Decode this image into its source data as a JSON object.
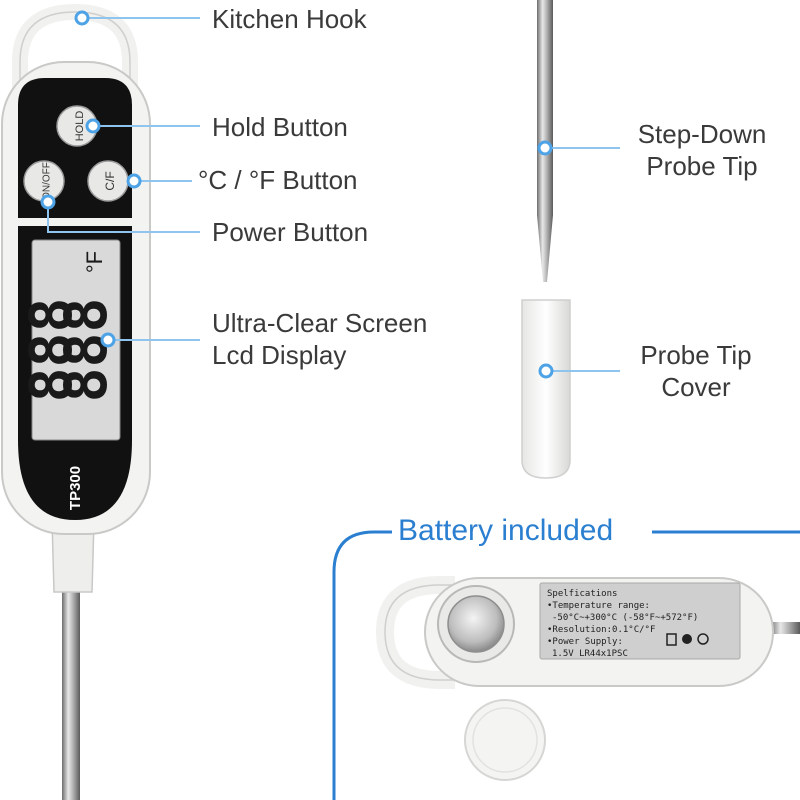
{
  "device": {
    "model": "TP300",
    "buttons": {
      "hold": "HOLD",
      "power": "ON/OFF",
      "unit": "C/F"
    },
    "lcd": {
      "top_digits": "888",
      "bottom_digits": "888",
      "unit": "°F"
    }
  },
  "callouts": {
    "kitchen_hook": "Kitchen Hook",
    "hold_button": "Hold Button",
    "unit_button": "°C / °F Button",
    "power_button": "Power Button",
    "screen_line1": "Ultra-Clear Screen",
    "screen_line2": "Lcd Display",
    "probe_tip_line1": "Step-Down",
    "probe_tip_line2": "Probe Tip",
    "tip_cover_line1": "Probe Tip",
    "tip_cover_line2": "Cover"
  },
  "battery": {
    "title": "Battery included",
    "spec_title": "Spelfications",
    "spec_lines": [
      "•Temperature range:",
      "-50°C~+300°C  (-58°F~+572°F)",
      "•Resolution:0.1°C/°F",
      "•Power Supply:",
      "1.5V LR44x1PSC"
    ]
  },
  "colors": {
    "accent": "#2b7fd0",
    "callout_line": "#8fc4ee",
    "device_body": "#f3f3f1",
    "device_face": "#111111",
    "lcd": "#d9d9d9"
  }
}
